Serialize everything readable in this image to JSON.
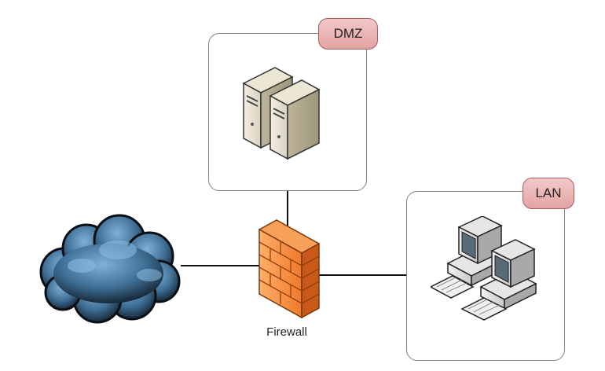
{
  "zones": {
    "dmz": {
      "label": "DMZ"
    },
    "lan": {
      "label": "LAN"
    }
  },
  "firewall": {
    "label": "Firewall"
  },
  "icons": {
    "internet": "cloud-icon",
    "dmz": "server-icon",
    "lan": "workstation-icon",
    "firewall": "firewall-icon"
  },
  "colors": {
    "zone_tag_fill": "#e8aaaa",
    "firewall": "#f08a3c",
    "cloud": "#3d6f96"
  }
}
